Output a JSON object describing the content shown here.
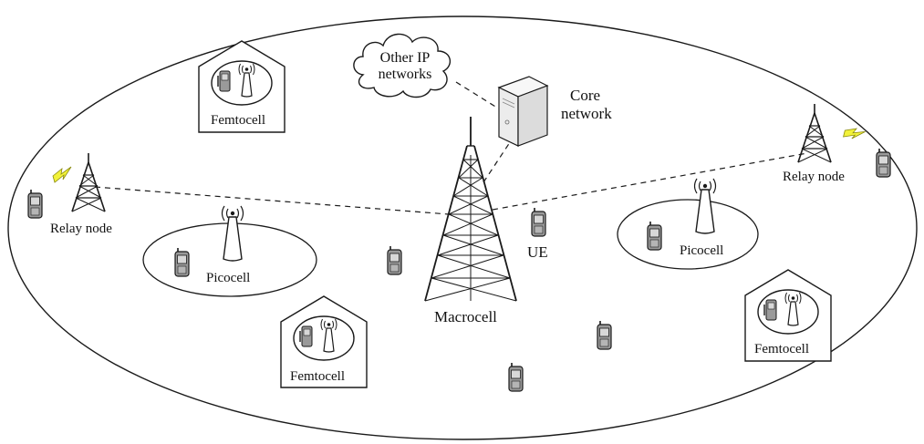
{
  "labels": {
    "macrocell": "Macrocell",
    "ue": "UE",
    "core_network_line1": "Core",
    "core_network_line2": "network",
    "cloud_line1": "Other IP",
    "cloud_line2": "networks",
    "relay_left": "Relay node",
    "relay_right": "Relay node",
    "picocell_left": "Picocell",
    "picocell_right": "Picocell",
    "femtocell_top": "Femtocell",
    "femtocell_bottom": "Femtocell",
    "femtocell_right": "Femtocell"
  },
  "colors": {
    "stroke": "#1a1a1a",
    "phone_fill": "#9a9a9a",
    "phone_screen": "#d8d8d8",
    "lightning": "#f2f23a",
    "server_fill": "#ececec"
  },
  "icons": {
    "tower": "lattice-tower-icon",
    "phone": "mobile-phone-icon",
    "antenna": "cone-antenna-icon",
    "server": "server-icon",
    "cloud": "cloud-icon",
    "house": "house-icon",
    "lightning": "lightning-icon"
  }
}
